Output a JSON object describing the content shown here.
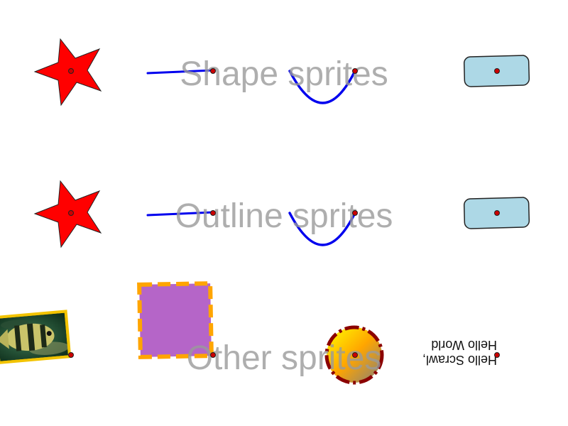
{
  "colors": {
    "star_fill": "#ff0000",
    "star_stroke": "#222222",
    "line_stroke": "#0000ee",
    "curve_stroke": "#0000ee",
    "rect_fill": "#add8e6",
    "rect_stroke": "#222222",
    "square_fill": "#b565c8",
    "square_dash": "#ffa500",
    "picture_border": "#f2c300",
    "circle_gradient_start": "#ffff00",
    "circle_gradient_mid": "#ffa500",
    "circle_gradient_end": "#808080",
    "circle_dash": "#8b0000",
    "dot": "#cc0000",
    "label_text": "#9a9a9a"
  },
  "rows": {
    "shape": {
      "label": "Shape sprites"
    },
    "outline": {
      "label": "Outline sprites"
    },
    "other": {
      "label": "Other sprites",
      "text_sprite": {
        "line1": "Hello Scrawl,",
        "line2": "Hello World"
      }
    }
  }
}
